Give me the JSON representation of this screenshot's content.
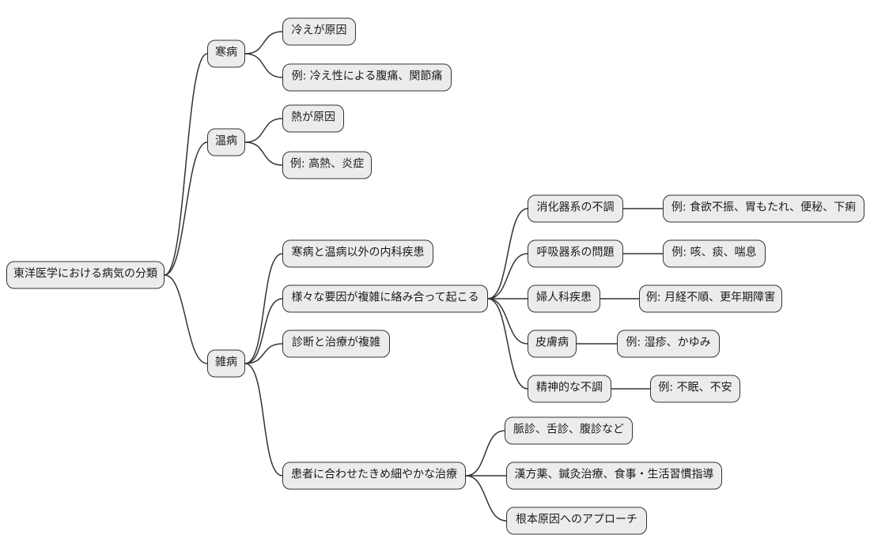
{
  "mindmap": {
    "root": {
      "label": "東洋医学における病気の分類"
    },
    "branches": [
      {
        "label": "寒病",
        "children": [
          {
            "label": "冷えが原因"
          },
          {
            "label": "例: 冷え性による腹痛、関節痛"
          }
        ]
      },
      {
        "label": "温病",
        "children": [
          {
            "label": "熱が原因"
          },
          {
            "label": "例: 高熱、炎症"
          }
        ]
      },
      {
        "label": "雑病",
        "children": [
          {
            "label": "寒病と温病以外の内科疾患"
          },
          {
            "label": "様々な要因が複雑に絡み合って起こる",
            "children": [
              {
                "label": "消化器系の不調",
                "example": "例: 食欲不振、胃もたれ、便秘、下痢"
              },
              {
                "label": "呼吸器系の問題",
                "example": "例: 咳、痰、喘息"
              },
              {
                "label": "婦人科疾患",
                "example": "例: 月経不順、更年期障害"
              },
              {
                "label": "皮膚病",
                "example": "例: 湿疹、かゆみ"
              },
              {
                "label": "精神的な不調",
                "example": "例: 不眠、不安"
              }
            ]
          },
          {
            "label": "診断と治療が複雑"
          },
          {
            "label": "患者に合わせたきめ細やかな治療",
            "children": [
              {
                "label": "脈診、舌診、腹診など"
              },
              {
                "label": "漢方薬、鍼灸治療、食事・生活習慣指導"
              },
              {
                "label": "根本原因へのアプローチ"
              }
            ]
          }
        ]
      }
    ],
    "colors": {
      "background": "#ffffff",
      "node_fill": "#ececec",
      "node_border": "#333333",
      "edge": "#333333",
      "text": "#1a1a1a"
    }
  }
}
